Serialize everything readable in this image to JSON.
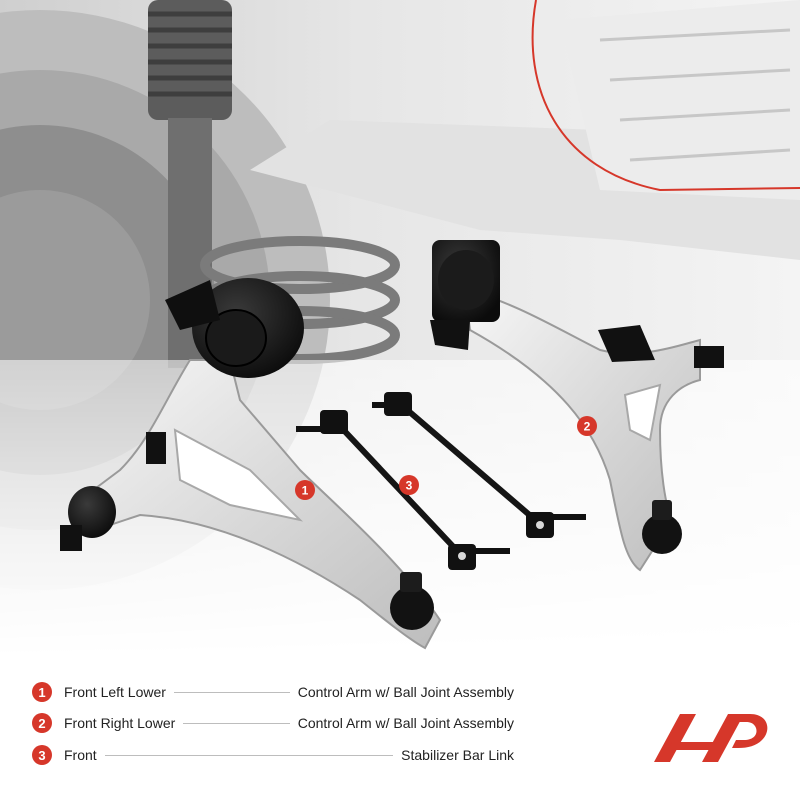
{
  "colors": {
    "accent": "#d6372a",
    "text": "#222222",
    "leader_line": "#bdbdbd",
    "background": "#ffffff"
  },
  "markers": [
    {
      "number": "1",
      "part": "front-left-lower-control-arm"
    },
    {
      "number": "2",
      "part": "front-right-lower-control-arm"
    },
    {
      "number": "3",
      "part": "stabilizer-bar-link"
    }
  ],
  "legend": {
    "items": [
      {
        "number": "1",
        "left_label": "Front Left Lower",
        "right_label": "Control Arm w/ Ball Joint Assembly"
      },
      {
        "number": "2",
        "left_label": "Front Right Lower",
        "right_label": "Control Arm w/ Ball Joint Assembly"
      },
      {
        "number": "3",
        "left_label": "Front",
        "right_label": "Stabilizer Bar Link"
      }
    ]
  },
  "logo": {
    "icon": "a-premium-logo-icon"
  }
}
